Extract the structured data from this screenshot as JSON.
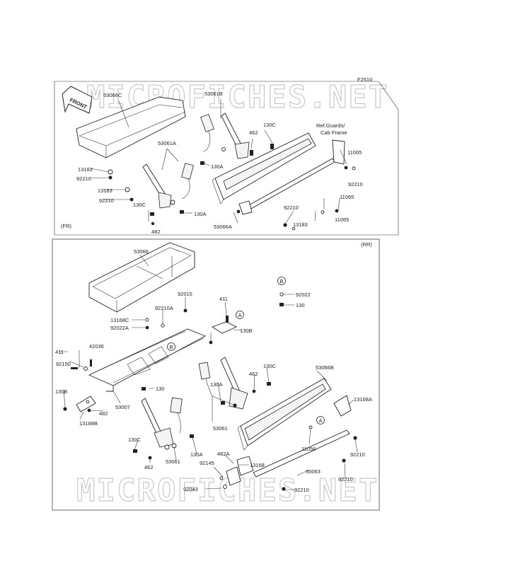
{
  "diagram_code": "F2510",
  "watermark": "MICROFICHES.NET",
  "front_arrow": "FRONT",
  "sections": {
    "front": {
      "tag": "(FR)",
      "note": "Ref.Guards/ Cab Frame",
      "labels": [
        "53066C",
        "53061B",
        "130C",
        "462",
        "11065",
        "13183",
        "92210",
        "13183",
        "92210",
        "53061A",
        "130C",
        "130A",
        "130A",
        "482",
        "53066A",
        "92210",
        "11065",
        "92210",
        "11065",
        "13183"
      ]
    },
    "rear": {
      "tag": "(RR)",
      "callouts": [
        "A",
        "B"
      ],
      "inset": {
        "circle": "B",
        "labels": [
          "92022",
          "130"
        ]
      },
      "labels": [
        "53066",
        "92015",
        "411",
        "130B",
        "13168C",
        "92022A",
        "92210A",
        "42036",
        "411",
        "92150",
        "130B",
        "13168B",
        "482",
        "53007",
        "130",
        "130A",
        "462",
        "130C",
        "53066B",
        "13168A",
        "53061",
        "130C",
        "462",
        "53061",
        "130A",
        "11056",
        "92210",
        "482A",
        "92145",
        "13168",
        "35063",
        "92210",
        "92043",
        "92210"
      ]
    }
  }
}
